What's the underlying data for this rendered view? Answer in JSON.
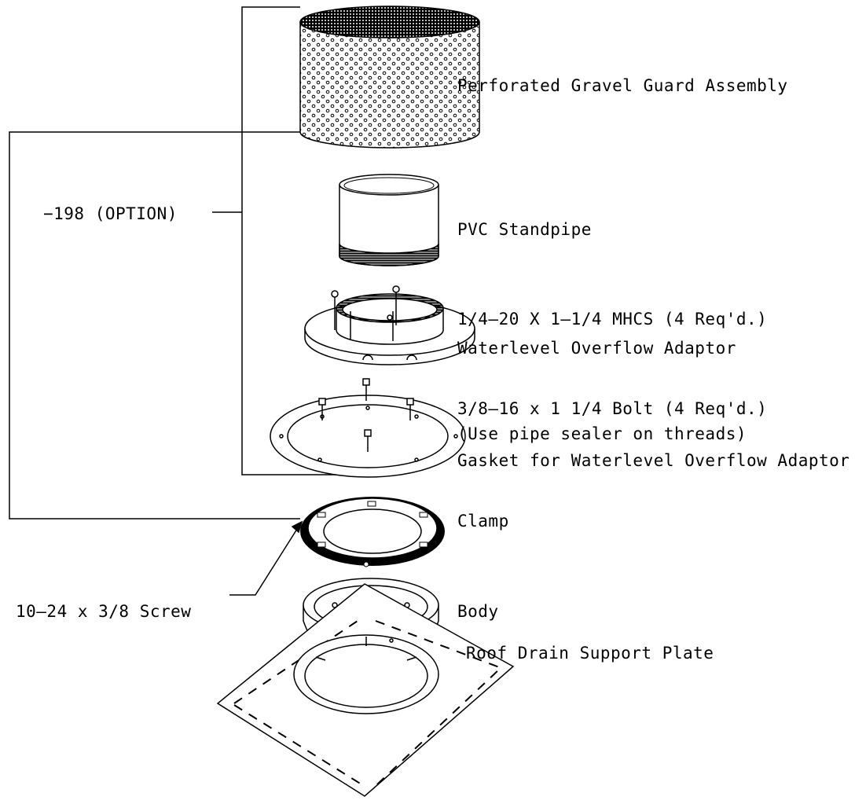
{
  "labels": {
    "gravel_guard": "Perforated Gravel Guard Assembly",
    "standpipe": "PVC Standpipe",
    "mhcs": "1/4–20 X 1–1/4 MHCS (4 Req'd.)",
    "adaptor": "Waterlevel Overflow Adaptor",
    "bolt": "3/8–16 x 1 1/4 Bolt (4 Req'd.)",
    "sealer": "(Use pipe sealer on threads)",
    "gasket": "Gasket for Waterlevel Overflow Adaptor",
    "clamp": "Clamp",
    "body": "Body",
    "support_plate": "Roof Drain Support Plate",
    "option": "−198 (OPTION)",
    "screw": "10–24 x 3/8 Screw"
  },
  "colors": {
    "ink": "#000000",
    "paper": "#ffffff"
  }
}
